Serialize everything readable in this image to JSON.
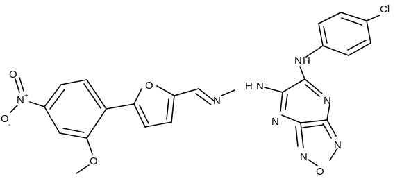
{
  "diagram": {
    "type": "chemical-structure",
    "background_color": "#ffffff",
    "line_color": "#000000",
    "atom_labels": {
      "chlorine": "Cl",
      "aniline_nh": "N",
      "aniline_h": "H",
      "hydrazone_nh": "N",
      "hydrazone_nh_h": "H",
      "hydrazone_n": "N",
      "furan_o": "O",
      "methoxy_o": "O",
      "nitro_n": "N",
      "nitro_n_charge": "+",
      "nitro_o_top": "O",
      "nitro_o_left": "O",
      "nitro_o_left_charge": "-",
      "pyrazine_n_upper": "N",
      "pyrazine_n_lower": "N",
      "oxadiazole_n_right": "N",
      "oxadiazole_n_left": "N",
      "oxadiazole_o": "O"
    }
  }
}
